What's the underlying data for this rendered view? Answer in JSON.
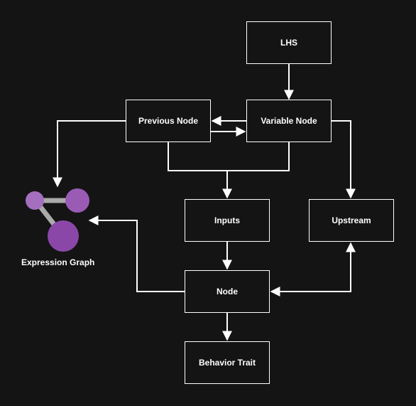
{
  "nodes": {
    "lhs": "LHS",
    "previous_node": "Previous Node",
    "variable_node": "Variable Node",
    "inputs": "Inputs",
    "upstream": "Upstream",
    "node": "Node",
    "behavior_trait": "Behavior Trait"
  },
  "expression_graph": {
    "label": "Expression Graph",
    "icon": "graph-icon"
  },
  "colors": {
    "background": "#141414",
    "stroke": "#ffffff",
    "graph_node_light": "#a46fbf",
    "graph_node_medium": "#9a5bb5",
    "graph_node_dark": "#8a47a8",
    "graph_edge": "#aaaaaa"
  }
}
